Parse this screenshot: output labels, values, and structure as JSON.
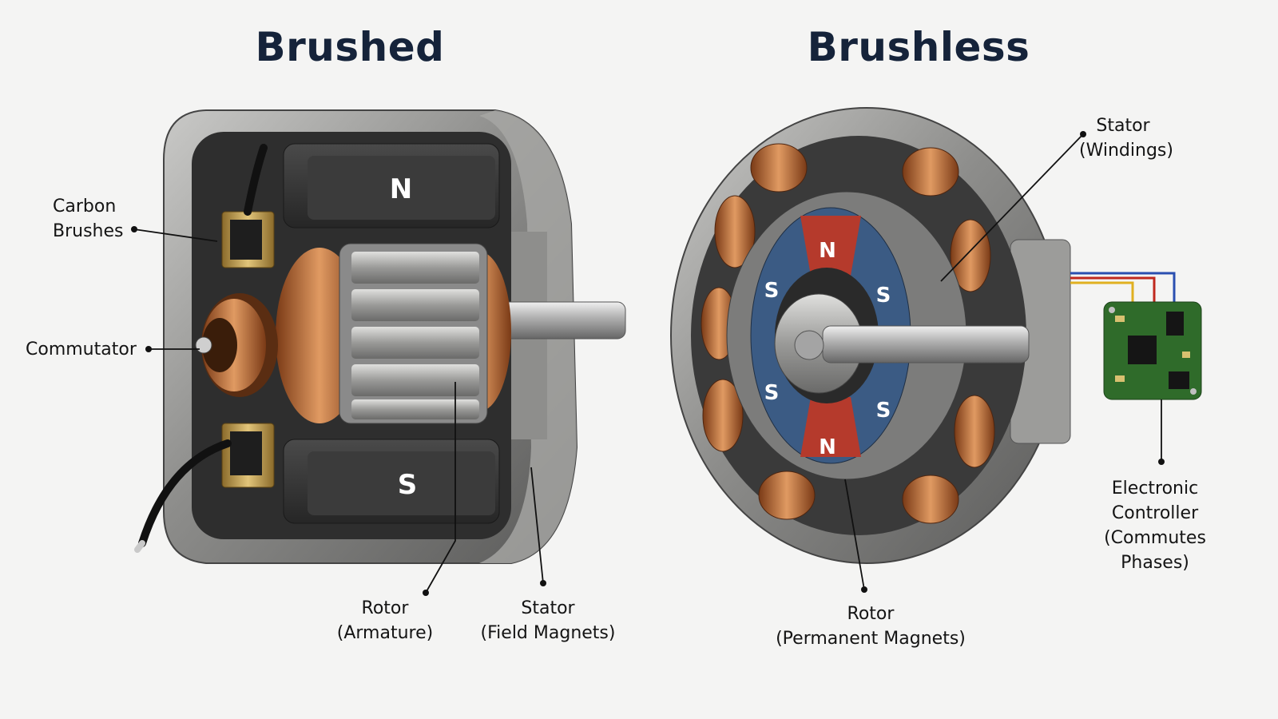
{
  "titles": {
    "brushed": "Brushed",
    "brushless": "Brushless"
  },
  "brushed": {
    "labels": {
      "carbon_brushes": [
        "Carbon",
        "Brushes"
      ],
      "commutator": "Commutator",
      "rotor": [
        "Rotor",
        "(Armature)"
      ],
      "stator": [
        "Stator",
        "(Field Magnets)"
      ]
    },
    "poles": {
      "top": "N",
      "bottom": "S"
    }
  },
  "brushless": {
    "labels": {
      "stator": [
        "Stator",
        "(Windings)"
      ],
      "rotor": [
        "Rotor",
        "(Permanent Magnets)"
      ],
      "controller": [
        "Electronic",
        "Controller",
        "(Commutes",
        "Phases)"
      ]
    },
    "poles": {
      "top": "N",
      "bottom": "N",
      "left_top": "S",
      "left_bottom": "S",
      "right_top": "S",
      "right_bottom": "S"
    }
  },
  "colors": {
    "title": "#15233a",
    "copper": "#b8652e",
    "magnet_red": "#b53a2c",
    "magnet_blue": "#3b5b84",
    "pcb": "#2f6b2a"
  }
}
